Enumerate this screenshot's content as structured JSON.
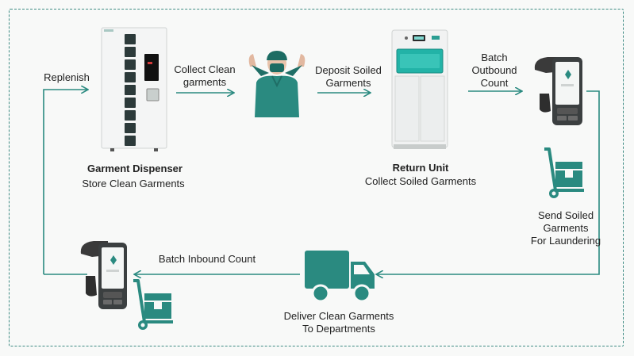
{
  "colors": {
    "teal": "#2a8a80",
    "teal_dark": "#1f6e66",
    "border": "#3f8c84",
    "panel": "#e9ecea"
  },
  "steps": {
    "replenish": "Replenish",
    "collect_clean": [
      "Collect Clean",
      "garments"
    ],
    "deposit_soiled": [
      "Deposit Soiled",
      "Garments"
    ],
    "batch_outbound": [
      "Batch",
      "Outbound",
      "Count"
    ],
    "send_soiled": [
      "Send Soiled",
      "Garments",
      "For Laundering"
    ],
    "batch_inbound": "Batch Inbound Count",
    "deliver_clean": [
      "Deliver Clean Garments",
      "To Departments"
    ]
  },
  "nodes": {
    "dispenser": {
      "title": "Garment Dispenser",
      "subtitle": "Store Clean Garments"
    },
    "return_unit": {
      "title": "Return Unit",
      "subtitle": "Collect Soiled Garments"
    }
  },
  "icons": [
    "garment-dispenser",
    "staff-in-scrubs",
    "return-unit",
    "handheld-scanner",
    "hand-truck-box",
    "delivery-truck"
  ]
}
